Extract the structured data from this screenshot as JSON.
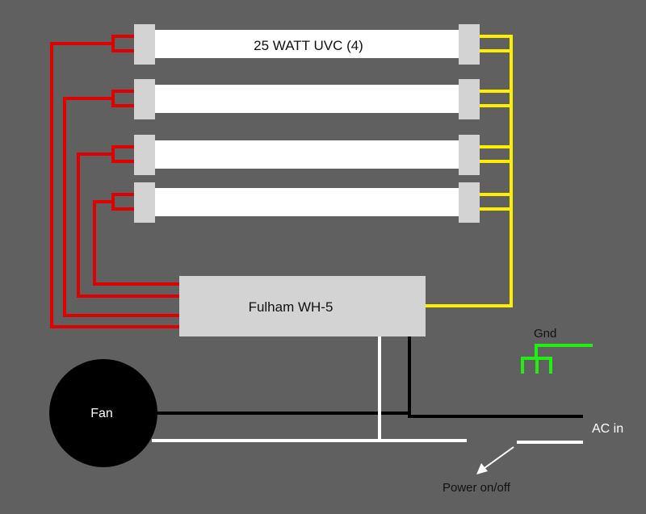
{
  "lamps": {
    "label": "25 WATT UVC (4)",
    "count": 4
  },
  "ballast": {
    "label": "Fulham WH-5"
  },
  "fan": {
    "label": "Fan"
  },
  "ground": {
    "label": "Gnd"
  },
  "ac": {
    "label": "AC in"
  },
  "switch": {
    "label": "Power on/off"
  },
  "colors": {
    "background": "#5f605f",
    "red_wire": "#e00000",
    "yellow_wire": "#ffee00",
    "ground_wire": "#22ee11",
    "black_wire": "#000000",
    "white_wire": "#ffffff",
    "lamp_tube": "#ffffff",
    "lamp_cap": "#d3d3d3",
    "ballast_box": "#d3d3d3"
  }
}
